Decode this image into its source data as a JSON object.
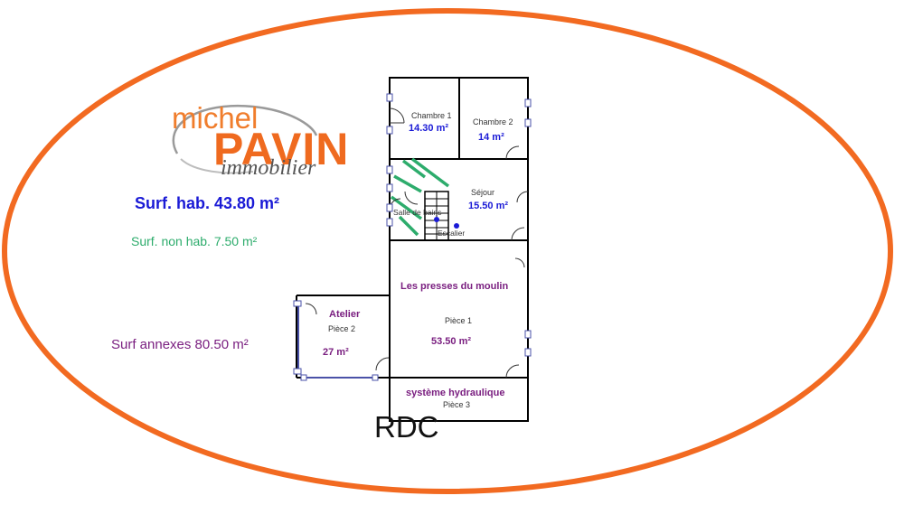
{
  "brand": {
    "line1": "michel",
    "line2": "PAVIN",
    "line3": "immobilier"
  },
  "summary": {
    "habitable": "Surf. hab. 43.80 m²",
    "non_habitable": "Surf. non hab. 7.50 m²",
    "annexes": "Surf annexes 80.50 m²"
  },
  "rooms": {
    "chambre1": {
      "label": "Chambre 1",
      "area": "14.30 m²"
    },
    "chambre2": {
      "label": "Chambre 2",
      "area": "14 m²"
    },
    "sejour": {
      "label": "Séjour",
      "area": "15.50 m²"
    },
    "salle_de_bains": {
      "label": "Salle de bains"
    },
    "escalier": {
      "label": "Escalier"
    },
    "piece1": {
      "title": "Les presses du moulin",
      "label": "Pièce 1",
      "area": "53.50 m²"
    },
    "piece2": {
      "title": "Atelier",
      "label": "Pièce 2",
      "area": "27 m²"
    },
    "piece3": {
      "title": "système hydraulique",
      "label": "Pièce 3"
    }
  },
  "level": "RDC",
  "colors": {
    "frame": "#f26a21",
    "habitable": "#1a1ad6",
    "non_habitable": "#2dac6c",
    "annexes": "#7a1f80"
  }
}
